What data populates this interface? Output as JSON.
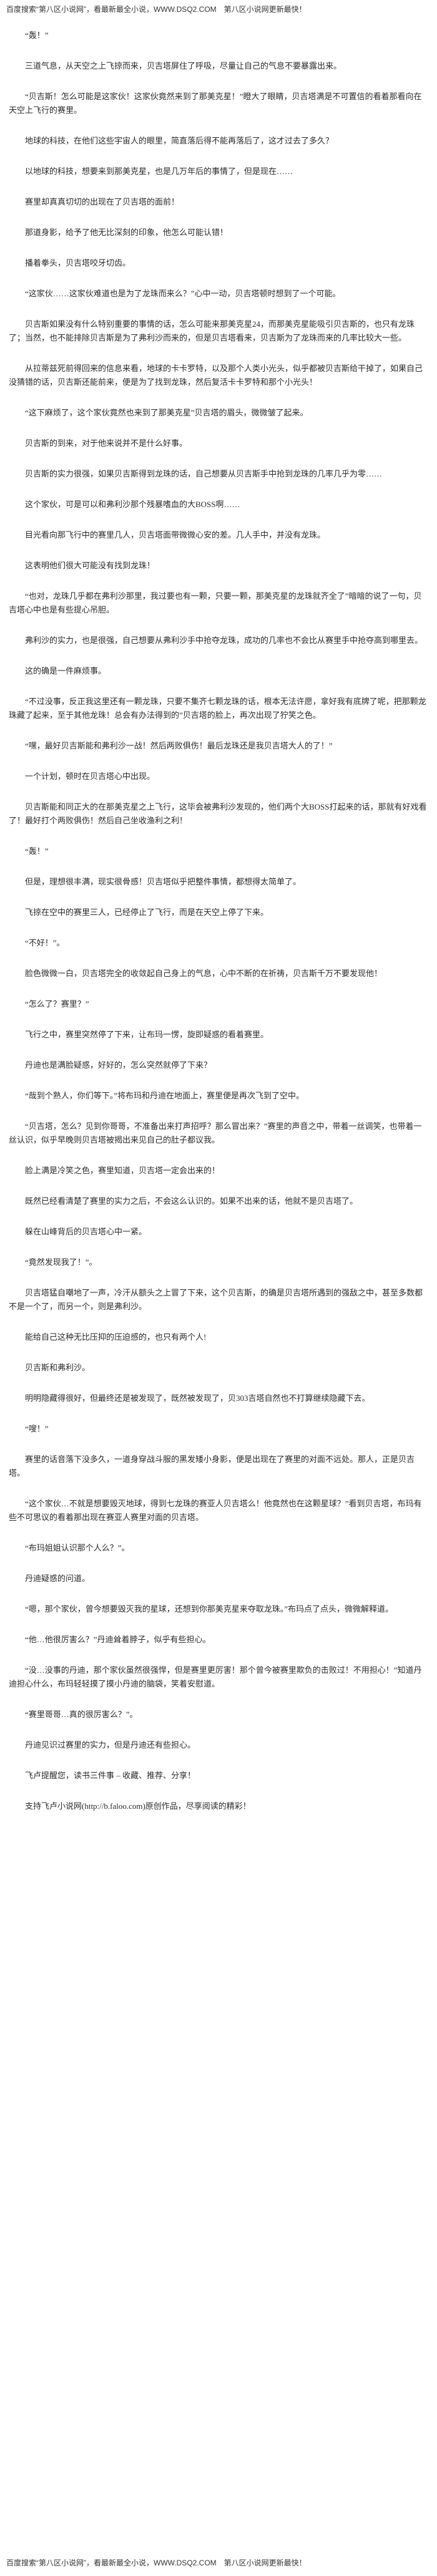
{
  "header": {
    "text": "百度搜索“第八区小说网”，看最新最全小说，WWW.DSQ2.COM　第八区小说网更新最快！"
  },
  "paragraphs": [
    "“轰！”",
    "三道气息，从天空之上飞掠而来，贝吉塔屏住了呼吸，尽量让自己的气息不要暴露出来。",
    "“贝吉斯！怎么可能是这家伙！这家伙竟然来到了那美克星！”瞪大了眼睛，贝吉塔满是不可置信的看着那看向在天空上飞行的赛里。",
    "地球的科技，在他们这些宇宙人的眼里，简直落后得不能再落后了，这才过去了多久？",
    "以地球的科技，想要来到那美克星，也是几万年后的事情了，但是现在……",
    "赛里却真真切切的出现在了贝吉塔的面前！",
    "那道身影，给予了他无比深刻的印象，他怎么可能认错！",
    "播着拳头，贝吉塔咬牙切齿。",
    "“这家伙……这家伙难道也是为了龙珠而来么？”心中一动，贝吉塔顿时想到了一个可能。",
    "贝吉斯如果没有什么特别重要的事情的话，怎么可能来那美克星24，而那美克星能吸引贝吉斯的，也只有龙珠了；当然，也不能排除贝吉斯是为了弗利沙而来的，但是贝吉塔看来，贝吉斯为了龙珠而来的几率比较大一些。",
    "从拉蒂兹死前得回来的信息来看，地球的卡卡罗特，以及那个人类小光头，似乎都被贝吉斯给干掉了，如果自己没猜错的话，贝吉斯还能前来，便是为了找到龙珠，然后复活卡卡罗特和那个小光头！",
    "“这下麻烦了，这个家伙竟然也来到了那美克星”贝吉塔的眉头，微微皱了起来。",
    "贝吉斯的到来，对于他来说并不是什么好事。",
    "贝吉斯的实力很强，如果贝吉斯得到龙珠的话，自己想要从贝吉斯手中抢到龙珠的几率几乎为零……",
    "这个家伙，可是可以和弗利沙那个残暴嗜血的大BOSS啊……",
    "目光看向那飞行中的赛里几人，贝吉塔面带微微心安的差。几人手中，并没有龙珠。",
    "这表明他们很大可能没有找到龙珠！",
    "“也对，龙珠几乎都在弗利沙那里，我过要也有一颗，只要一颗，那美克星的龙珠就齐全了”暗暗的说了一句，贝吉塔心中也是有些提心吊胆。",
    "弗利沙的实力，也是很强，自己想要从弗利沙手中抢夺龙珠，成功的几率也不会比从赛里手中抢夺高到哪里去。",
    "这的确是一件麻烦事。",
    "“不过没事，反正我这里还有一颗龙珠，只要不集齐七颗龙珠的话，根本无法许愿，拿好我有底牌了呢，把那颗龙珠藏了起来，至于其他龙珠！总会有办法得到的”贝吉塔的脸上，再次出现了狞笑之色。",
    "“嘿，最好贝吉斯能和弗利沙一战！然后两败俱伤！最后龙珠还是我贝吉塔大人的了！”",
    "一个计划，顿时在贝吉塔心中出现。",
    "贝吉斯能和同正大的在那美克星之上飞行，这毕会被弗利沙发现的，他们两个大BOSS打起来的话，那就有好戏看了！最好打个两败俱伤！然后自己坐收渔利之利！",
    "“轰！”",
    "但是，理想很丰满，现实很骨感！贝吉塔似乎把整件事情，都想得太简单了。",
    "飞掠在空中的赛里三人，已经停止了飞行，而是在天空上停了下来。",
    "“不好！”。",
    "脸色微微一白，贝吉塔完全的收敛起自己身上的气息，心中不断的在祈祷，贝吉斯千万不要发现他！",
    "“怎么了？赛里？”",
    "飞行之中，赛里突然停了下来，让布玛一愣，旋即疑惑的看着赛里。",
    "丹迪也是满脸疑惑，好好的，怎么突然就停了下来？",
    "“哉到个熟人，你们等下。”将布玛和丹迪在地面上，赛里便是再次飞到了空中。",
    "“贝吉塔，怎么？见到你哥哥，不准备出来打声招呼？那么冒出来？”赛里的声音之中，带着一丝调笑，也带着一丝认识，似乎早晚则贝吉塔被揭出来见自己的肚子都议我。",
    "脸上满是冷笑之色，赛里知道，贝吉塔一定会出来的！",
    "既然已经看清楚了赛里的实力之后，不会这么认识的。如果不出来的话，他就不是贝吉塔了。",
    "躲在山峰背后的贝吉塔心中一紧。",
    "“竟然发现我了！”。",
    "贝吉塔猛自嘲地了一声，冷汗从额头之上冒了下来，这个贝吉斯，的确是贝吉塔所遇到的强敌之中，甚至多数都不是一个了，而另一个，则是弗利沙。",
    "能给自己这种无比压抑的压迫感的，也只有两个人!",
    "贝吉斯和弗利沙。",
    "明明隐藏得很好，但最终还是被发现了，既然被发现了，贝303吉塔自然也不打算继续隐藏下去。",
    "“嗖！”",
    "赛里的话音落下没多久，一道身穿战斗服的黑发矮小身影，便是出现在了赛里的对面不远处。那人，正是贝吉塔。",
    "“这个家伙…不就是想要毁灭地球，得到七龙珠的赛亚人贝吉塔么！他竟然也在这颗星球？”看到贝吉塔，布玛有些不可思议的看着那出现在赛亚人赛里对面的贝吉塔。",
    "“布玛姐姐认识那个人么？”。",
    "丹迪疑惑的问道。",
    "“嗯，那个家伙，曾今想要毁灭我的星球，还想到你那美克星来夺取龙珠。”布玛点了点头，微微解释道。",
    "“他…他很厉害么？”丹迪耸着脖子，似乎有些担心。",
    "“没…没事的丹迪，那个家伙虽然很强悍，但是赛里更厉害！那个曾今被赛里欺负的击败过！不用担心！”知道丹迪担心什么，布玛轻轻摸了摸小丹迪的脑袋，笑着安慰道。",
    "“赛里哥哥…真的很厉害么？”。",
    "丹迪见识过赛里的实力，但是丹迪还有些担心。",
    "飞卢提醒您，读书三件事 – 收藏、推荐、分享！",
    "支持飞卢小说网(http://b.faloo.com)原创作品，尽享阅读的精彩！"
  ],
  "footer": {
    "text": "百度搜索“第八区小说网”，看最新最全小说，WWW.DSQ2.COM　第八区小说网更新最快！"
  }
}
